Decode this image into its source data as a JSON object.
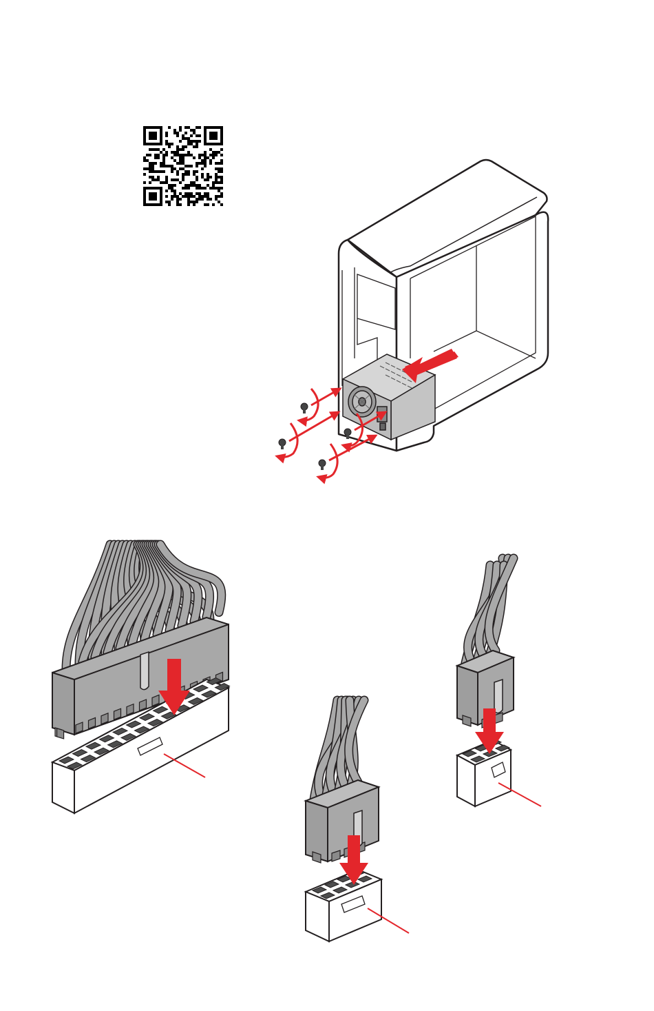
{
  "page": {
    "background": "#ffffff"
  },
  "colors": {
    "accent_red": "#e3262b",
    "outline": "#231f20",
    "cable_gray": "#a9a9a9",
    "cable_light": "#cfcfcf",
    "connector_gray": "#a6a6a6",
    "pin_dark": "#4d4d4d",
    "case_fill": "#ffffff",
    "psu_fill": "#c8c8c8"
  },
  "figures": [
    {
      "name": "qr-code",
      "icon": "qr-code-icon"
    },
    {
      "name": "psu-installation",
      "icon": "pc-case-with-psu-icon"
    },
    {
      "name": "atx-24pin-connector",
      "icon": "24-pin-power-connector-icon",
      "pins": 24
    },
    {
      "name": "cpu-8pin-connector",
      "icon": "8-pin-power-connector-icon",
      "pins": 8
    },
    {
      "name": "pcie-6pin-connector",
      "icon": "6-pin-power-connector-icon",
      "pins": 6
    }
  ]
}
